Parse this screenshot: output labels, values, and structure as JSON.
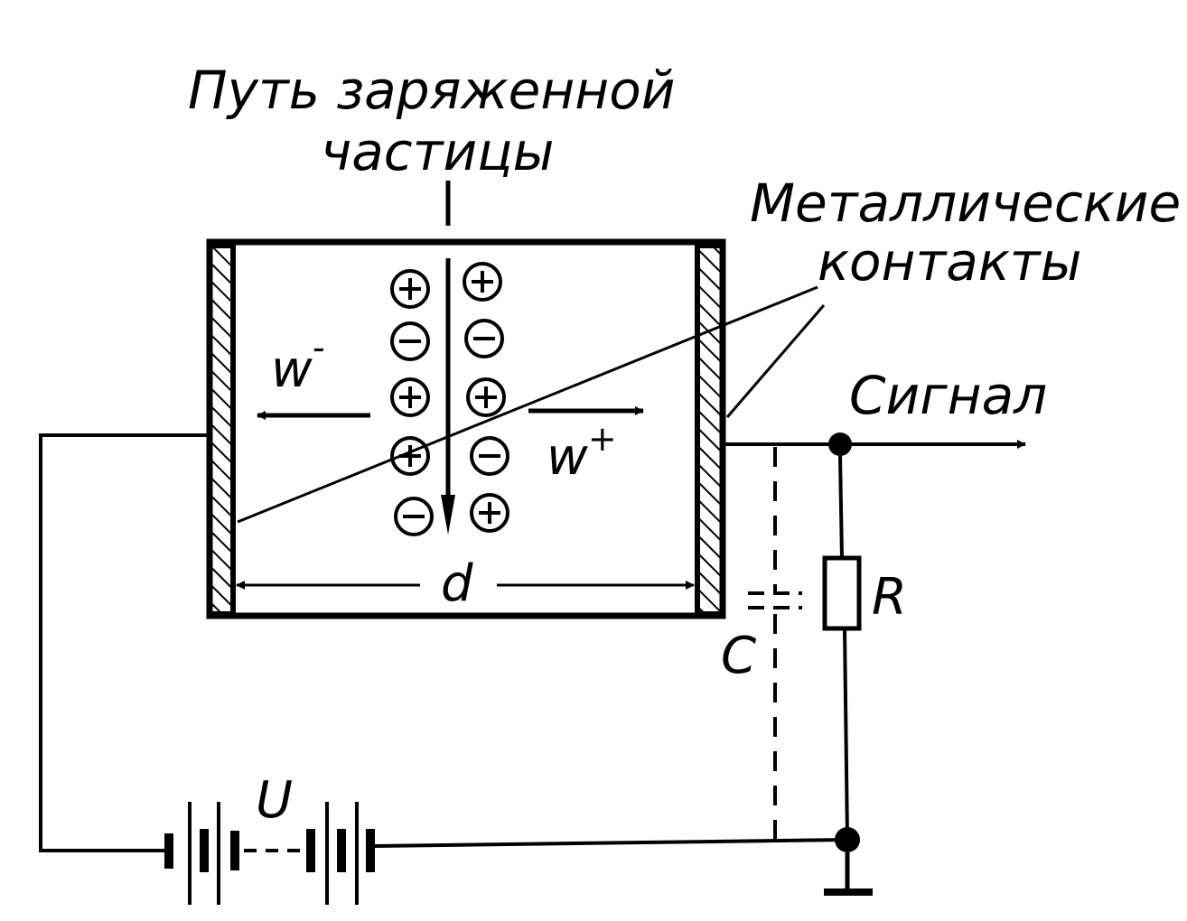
{
  "labels": {
    "track_line1": "Путь заряженной",
    "track_line2": "частицы",
    "contacts_line1": "Металлические",
    "contacts_line2": "контакты",
    "signal": "Сигнал",
    "w_minus_base": "w",
    "w_minus_sup": "-",
    "w_plus_base": "w",
    "w_plus_sup": "+",
    "thickness": "d",
    "resistor": "R",
    "capacitor": "C",
    "voltage": "U"
  },
  "charges": {
    "left_column": [
      "+",
      "-",
      "+",
      "+",
      "-"
    ],
    "right_column": [
      "+",
      "-",
      "+",
      "-",
      "+"
    ]
  },
  "colors": {
    "ink": "#000000",
    "paper": "#ffffff"
  }
}
